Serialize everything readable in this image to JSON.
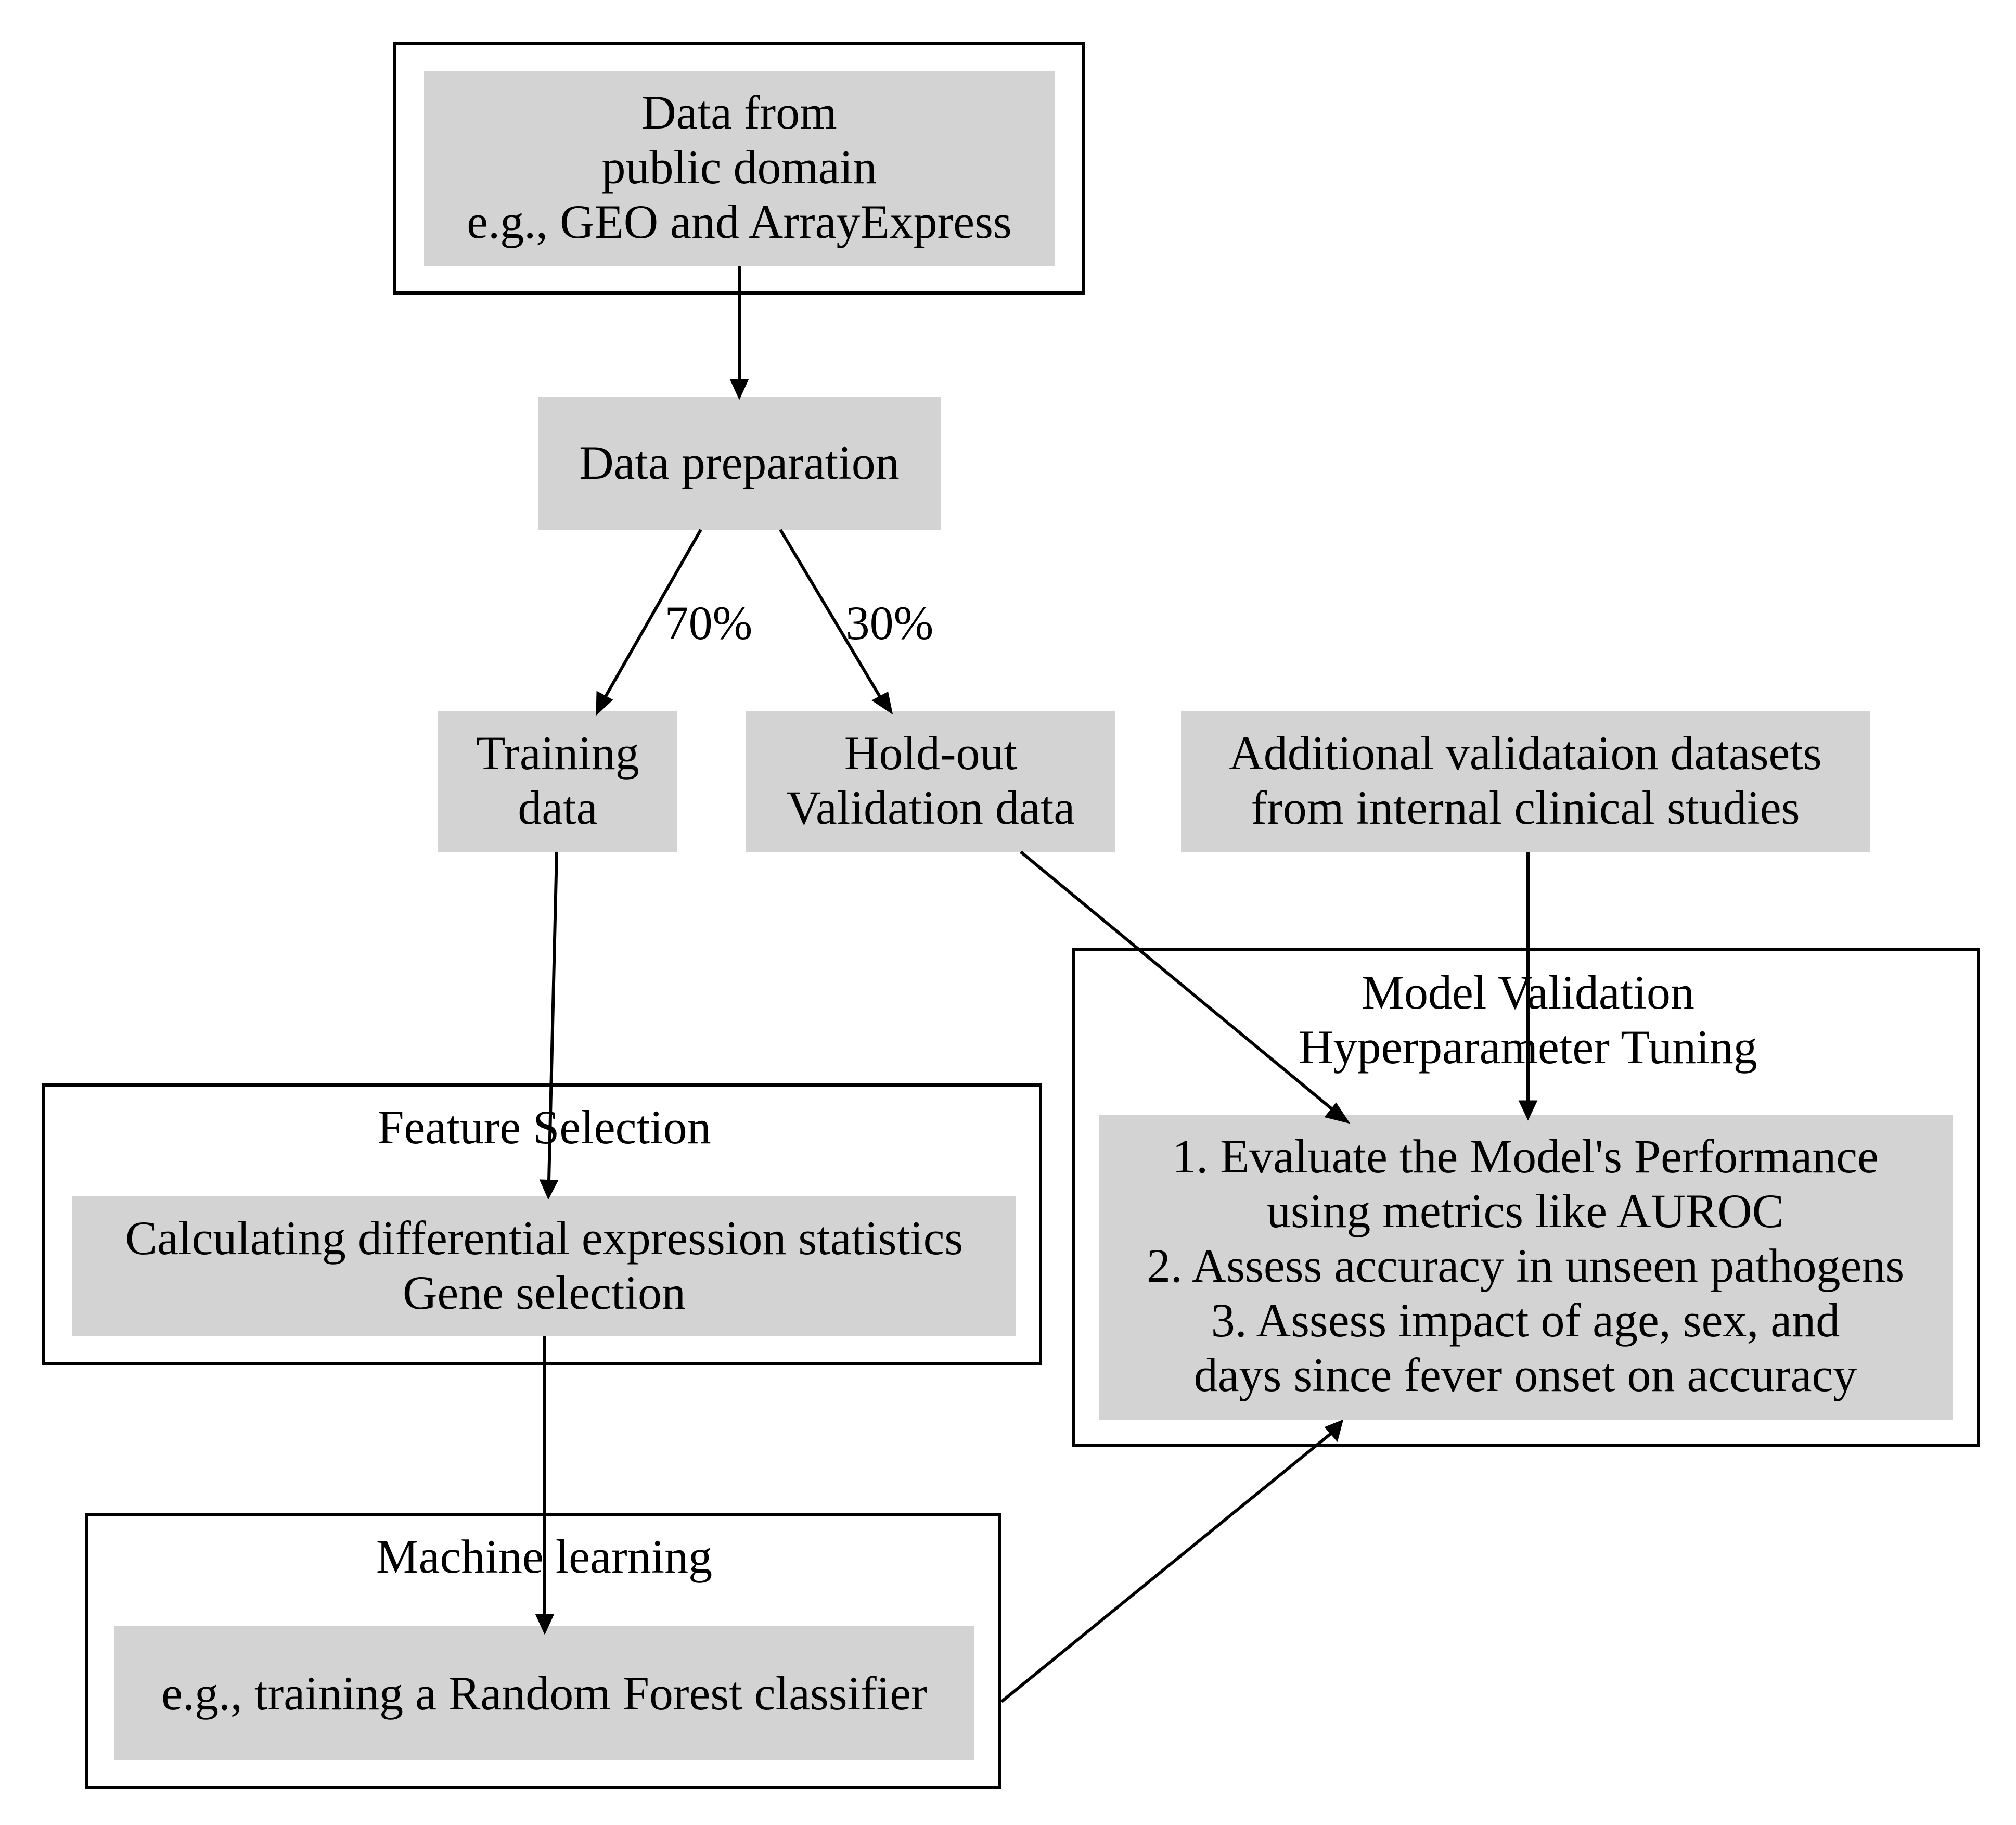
{
  "clusters": {
    "data_source": {
      "title": ""
    },
    "feature_selection": {
      "title": "Feature Selection"
    },
    "machine_learning": {
      "title": "Machine learning"
    },
    "model_validation": {
      "title_lines": [
        "Model Validation",
        "Hyperparameter Tuning"
      ]
    }
  },
  "nodes": {
    "public_data": {
      "lines": [
        "Data from",
        "public domain",
        "e.g., GEO and ArrayExpress"
      ]
    },
    "data_preparation": {
      "lines": [
        "Data preparation"
      ]
    },
    "training_data": {
      "lines": [
        "Training",
        "data"
      ]
    },
    "holdout_data": {
      "lines": [
        "Hold-out",
        "Validation data"
      ]
    },
    "additional_data": {
      "lines": [
        "Additional validataion datasets",
        "from internal clinical studies"
      ]
    },
    "feature_calc": {
      "lines": [
        "Calculating differential expression statistics",
        "Gene selection"
      ]
    },
    "ml_training": {
      "lines": [
        "e.g., training a Random Forest classifier"
      ]
    },
    "evaluation": {
      "lines": [
        "1. Evaluate the Model's Performance",
        "using metrics like AUROC",
        "2. Assess accuracy in unseen pathogens",
        "3. Assess impact of age, sex, and",
        "days since fever onset on accuracy"
      ]
    }
  },
  "edge_labels": {
    "training_split": "70%",
    "holdout_split": "30%"
  },
  "colors": {
    "node_fill": "#d3d3d3",
    "stroke": "#000000",
    "background": "#ffffff"
  }
}
